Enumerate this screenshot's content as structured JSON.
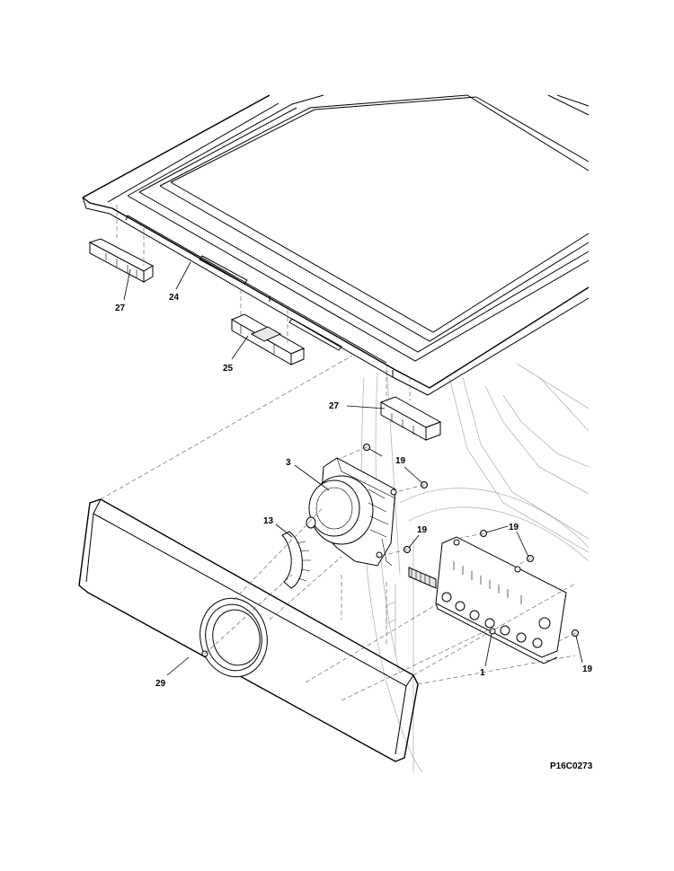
{
  "diagram": {
    "drawing_code": "P16C0273",
    "callouts": [
      {
        "key": "c1",
        "label": "1"
      },
      {
        "key": "c3",
        "label": "3"
      },
      {
        "key": "c13",
        "label": "13"
      },
      {
        "key": "c19a",
        "label": "19"
      },
      {
        "key": "c19b",
        "label": "19"
      },
      {
        "key": "c19c",
        "label": "19"
      },
      {
        "key": "c19d",
        "label": "19"
      },
      {
        "key": "c24",
        "label": "24"
      },
      {
        "key": "c25",
        "label": "25"
      },
      {
        "key": "c27a",
        "label": "27"
      },
      {
        "key": "c27b",
        "label": "27"
      },
      {
        "key": "c29",
        "label": "29"
      }
    ]
  }
}
